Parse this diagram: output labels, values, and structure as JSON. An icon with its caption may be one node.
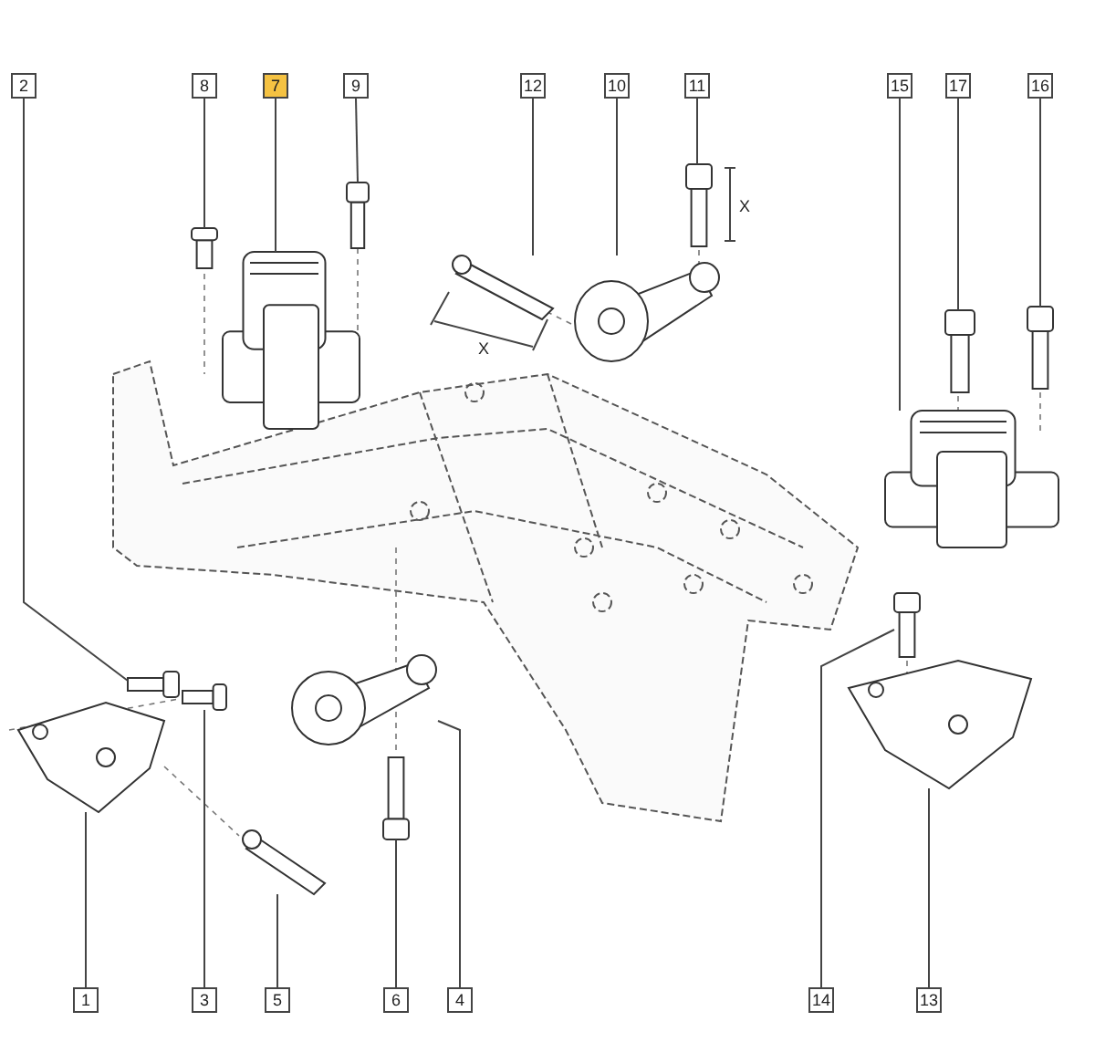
{
  "diagram": {
    "nodes": [
      {
        "text": [
          "2"
        ]
      },
      {
        "text": [
          "8"
        ]
      },
      {
        "text": [
          "7"
        ]
      },
      {
        "text": [
          "9"
        ]
      },
      {
        "text": [
          "12"
        ]
      },
      {
        "text": [
          "10"
        ]
      },
      {
        "text": [
          "11"
        ]
      },
      {
        "text": [
          "15"
        ]
      },
      {
        "text": [
          "17"
        ]
      },
      {
        "text": [
          "16"
        ]
      },
      {
        "text": [
          "1"
        ]
      },
      {
        "text": [
          "3"
        ]
      },
      {
        "text": [
          "5"
        ]
      },
      {
        "text": [
          "6"
        ]
      },
      {
        "text": [
          "4"
        ]
      },
      {
        "text": [
          "14"
        ]
      },
      {
        "text": [
          "13"
        ]
      },
      {
        "text": [],
        "shape": "picture"
      },
      {
        "text": [],
        "shape": "picture"
      },
      {
        "text": [],
        "shape": "picture"
      },
      {
        "text": [],
        "shape": "picture"
      },
      {
        "text": [],
        "shape": "picture"
      },
      {
        "text": [],
        "shape": "picture"
      },
      {
        "text": [],
        "shape": "picture"
      },
      {
        "text": [],
        "shape": "picture"
      },
      {
        "text": [],
        "shape": "picture"
      },
      {
        "text": [],
        "shape": "picture"
      },
      {
        "text": [],
        "shape": "picture"
      },
      {
        "text": [],
        "shape": "picture"
      },
      {
        "text": [],
        "shape": "picture"
      },
      {
        "text": [],
        "shape": "picture"
      },
      {
        "text": [],
        "shape": "picture"
      },
      {
        "text": [],
        "shape": "picture"
      },
      {
        "text": [],
        "shape": "picture"
      }
    ],
    "edges": [
      {
        "from": 0,
        "to": 17,
        "arrow": "none"
      },
      {
        "from": 1,
        "to": 18,
        "arrow": "none"
      },
      {
        "from": 2,
        "to": 19,
        "arrow": "none"
      },
      {
        "from": 3,
        "to": 20,
        "arrow": "none"
      },
      {
        "from": 4,
        "to": 21,
        "arrow": "none"
      },
      {
        "from": 5,
        "to": 22,
        "arrow": "none"
      },
      {
        "from": 6,
        "to": 23,
        "arrow": "none"
      },
      {
        "from": 7,
        "to": 24,
        "arrow": "none"
      },
      {
        "from": 8,
        "to": 25,
        "arrow": "none"
      },
      {
        "from": 9,
        "to": 26,
        "arrow": "none"
      },
      {
        "from": 10,
        "to": 27,
        "arrow": "none"
      },
      {
        "from": 11,
        "to": 28,
        "arrow": "none"
      },
      {
        "from": 12,
        "to": 29,
        "arrow": "none"
      },
      {
        "from": 13,
        "to": 30,
        "arrow": "none"
      },
      {
        "from": 14,
        "to": 31,
        "arrow": "none"
      },
      {
        "from": 15,
        "to": 32,
        "arrow": "none"
      },
      {
        "from": 16,
        "to": 33,
        "arrow": "none"
      }
    ],
    "labels": [
      "X",
      "X"
    ]
  }
}
